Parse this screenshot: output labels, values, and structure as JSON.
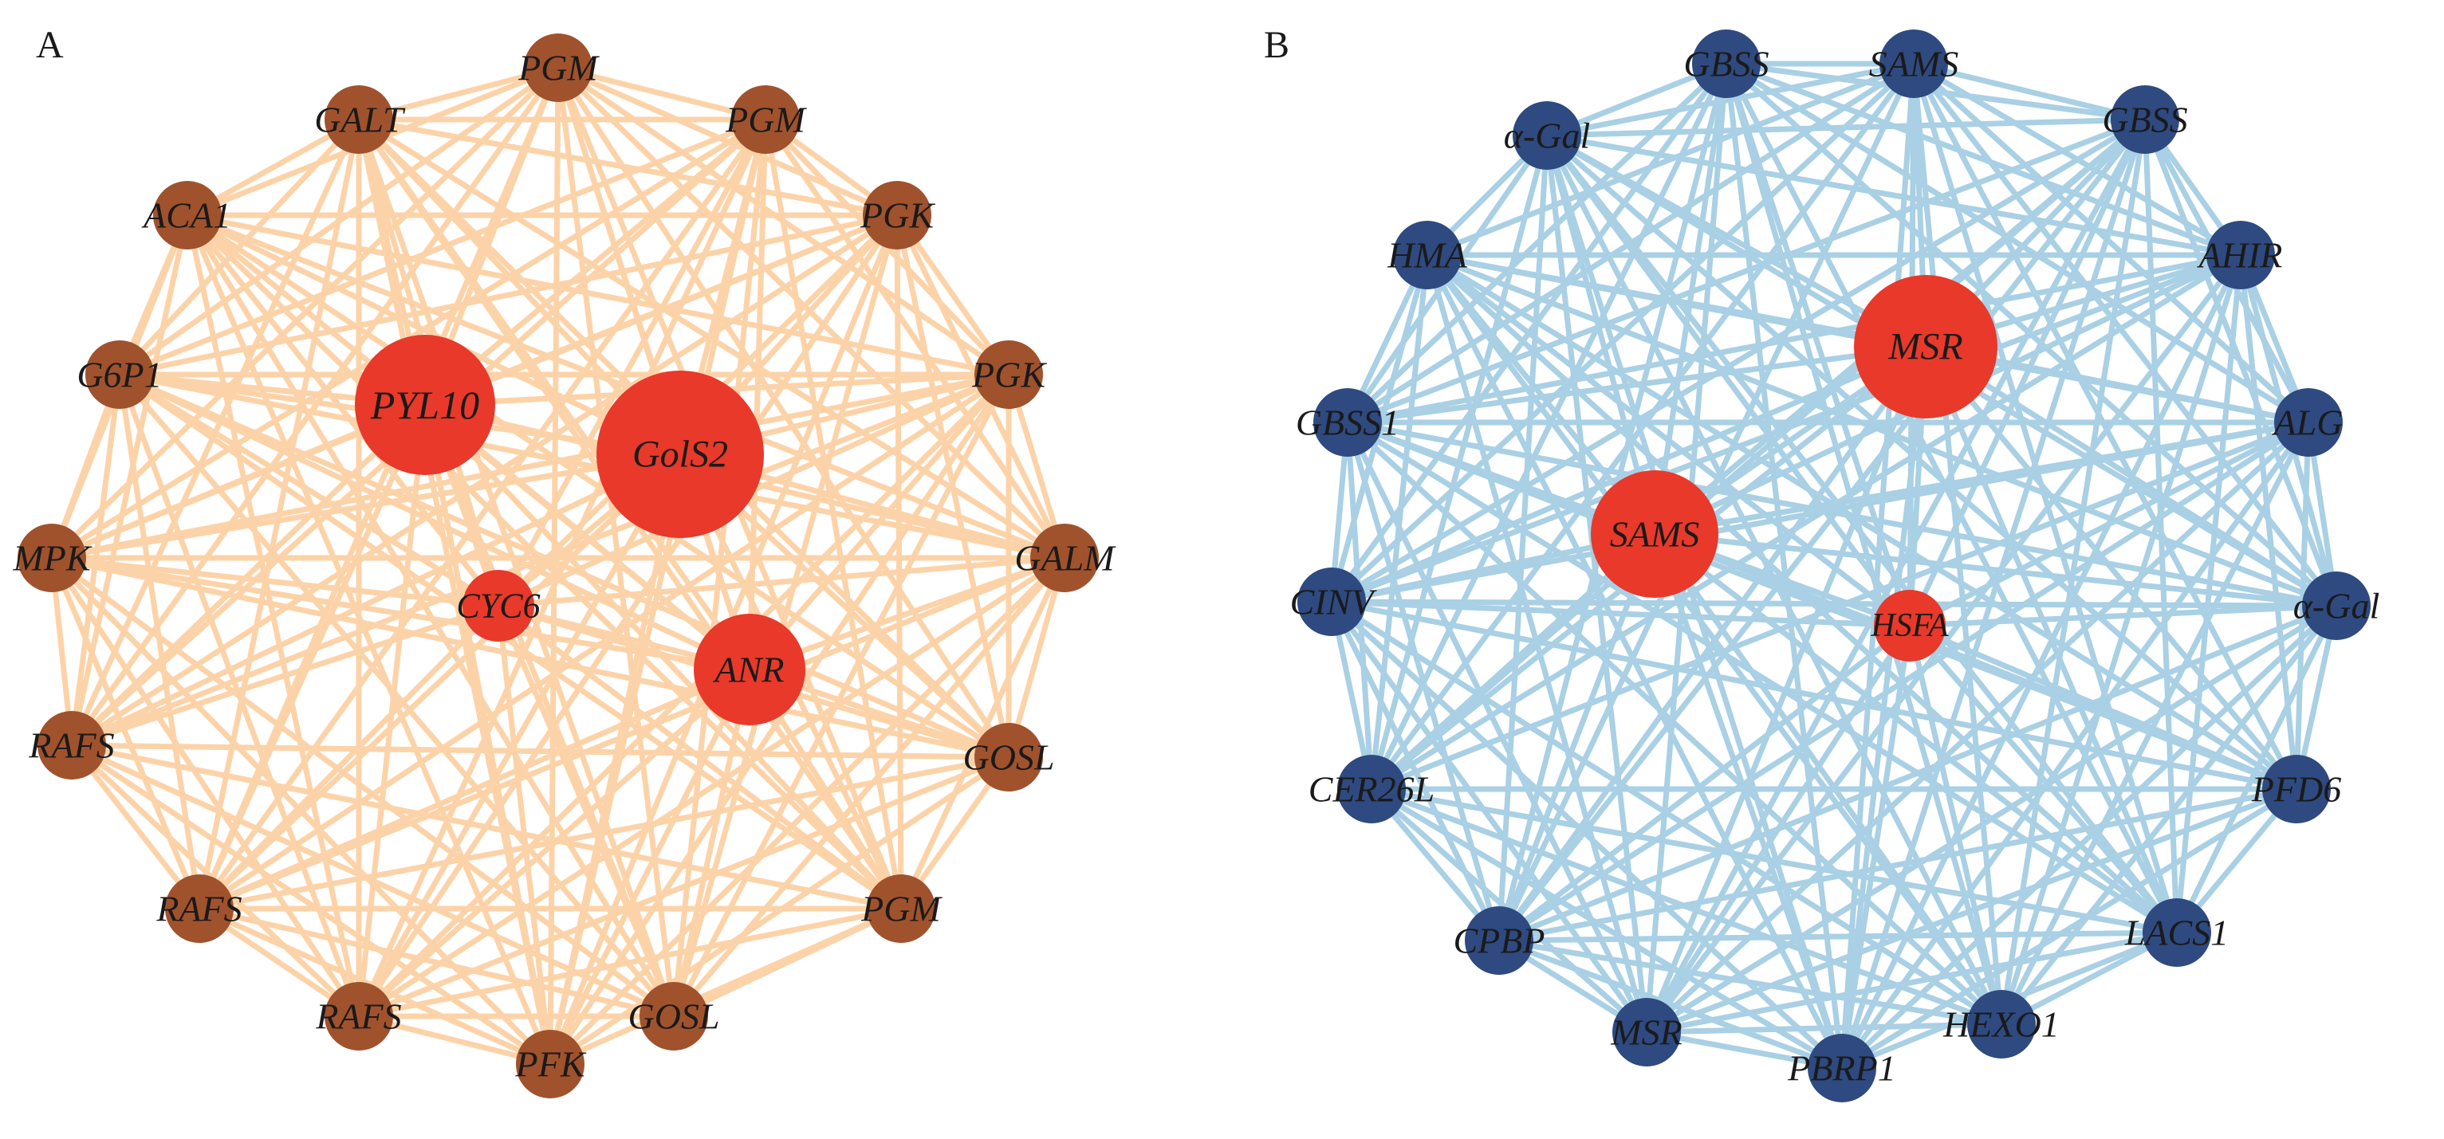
{
  "panels": [
    {
      "label": "A",
      "edge_color": "#fcd3a8",
      "outer_color": "#a0522d",
      "hub_color": "#e8392a",
      "outer_nodes": [
        "PGM",
        "PGM",
        "PGK",
        "PGK",
        "GALM",
        "GOSL",
        "PGM",
        "GOSL",
        "PFK",
        "RAFS",
        "RAFS",
        "RAFS",
        "MPK",
        "G6P1",
        "ACA1",
        "GALT"
      ],
      "hub_nodes": [
        "PYL10",
        "GolS2",
        "CYC6",
        "ANR"
      ]
    },
    {
      "label": "B",
      "edge_color": "#a9d0e4",
      "outer_color": "#2e4a80",
      "hub_color": "#e8392a",
      "outer_nodes": [
        "SAMS",
        "GBSS",
        "AHIR",
        "ALG",
        "α-Gal",
        "PFD6",
        "LACS1",
        "HEXO1",
        "PBRP1",
        "MSR",
        "CPBP",
        "CER26L",
        "CINV",
        "GBSS1",
        "HMA",
        "α-Gal",
        "GBSS"
      ],
      "hub_nodes": [
        "MSR",
        "SAMS",
        "HSFA"
      ]
    }
  ]
}
